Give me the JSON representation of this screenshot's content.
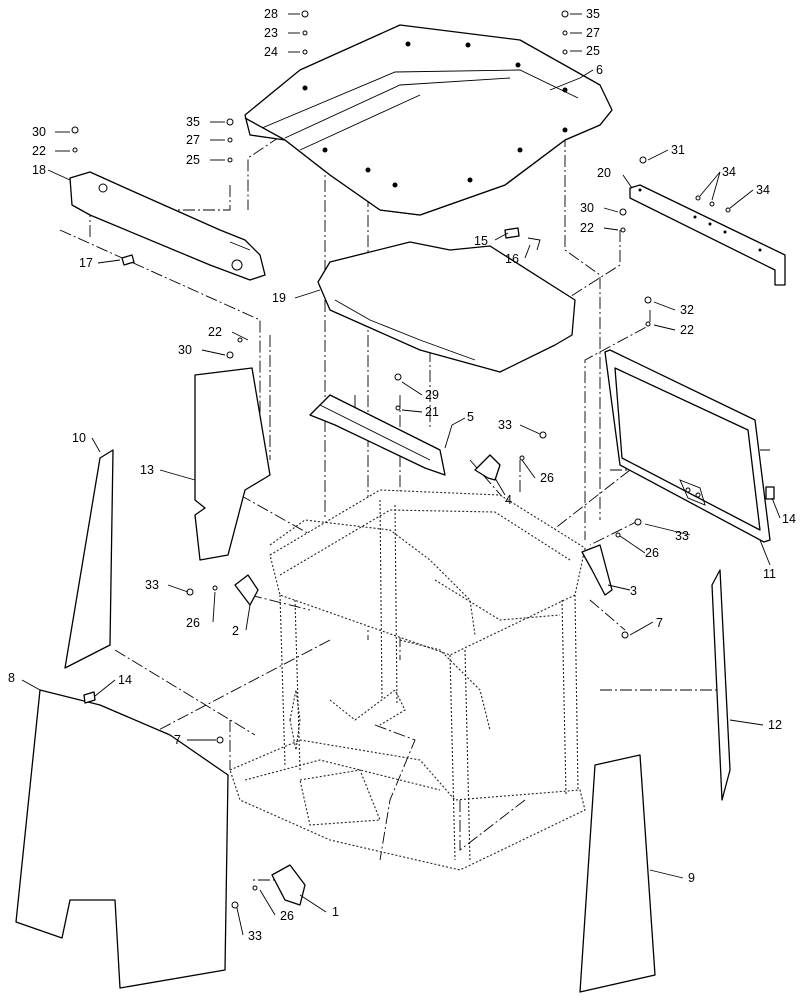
{
  "callouts": [
    {
      "id": "c28a",
      "text": "28"
    },
    {
      "id": "c23",
      "text": "23"
    },
    {
      "id": "c24",
      "text": "24"
    },
    {
      "id": "c35a",
      "text": "35"
    },
    {
      "id": "c27a",
      "text": "27"
    },
    {
      "id": "c25a",
      "text": "25"
    },
    {
      "id": "c6",
      "text": "6"
    },
    {
      "id": "c35b",
      "text": "35"
    },
    {
      "id": "c27b",
      "text": "27"
    },
    {
      "id": "c25b",
      "text": "25"
    },
    {
      "id": "c30a",
      "text": "30"
    },
    {
      "id": "c22a",
      "text": "22"
    },
    {
      "id": "c18",
      "text": "18"
    },
    {
      "id": "c17",
      "text": "17"
    },
    {
      "id": "c31",
      "text": "31"
    },
    {
      "id": "c20",
      "text": "20"
    },
    {
      "id": "c34a",
      "text": "34"
    },
    {
      "id": "c34b",
      "text": "34"
    },
    {
      "id": "c30b",
      "text": "30"
    },
    {
      "id": "c22b",
      "text": "22"
    },
    {
      "id": "c15",
      "text": "15"
    },
    {
      "id": "c16",
      "text": "16"
    },
    {
      "id": "c19",
      "text": "19"
    },
    {
      "id": "c32",
      "text": "32"
    },
    {
      "id": "c22c",
      "text": "22"
    },
    {
      "id": "c22d",
      "text": "22"
    },
    {
      "id": "c30c",
      "text": "30"
    },
    {
      "id": "c29",
      "text": "29"
    },
    {
      "id": "c21",
      "text": "21"
    },
    {
      "id": "c5",
      "text": "5"
    },
    {
      "id": "c10",
      "text": "10"
    },
    {
      "id": "c13",
      "text": "13"
    },
    {
      "id": "c33a",
      "text": "33"
    },
    {
      "id": "c26a",
      "text": "26"
    },
    {
      "id": "c4",
      "text": "4"
    },
    {
      "id": "c11",
      "text": "11"
    },
    {
      "id": "c14a",
      "text": "14"
    },
    {
      "id": "c33b",
      "text": "33"
    },
    {
      "id": "c26b",
      "text": "26"
    },
    {
      "id": "c3",
      "text": "3"
    },
    {
      "id": "c33c",
      "text": "33"
    },
    {
      "id": "c26c",
      "text": "26"
    },
    {
      "id": "c2",
      "text": "2"
    },
    {
      "id": "c7a",
      "text": "7"
    },
    {
      "id": "c8",
      "text": "8"
    },
    {
      "id": "c14b",
      "text": "14"
    },
    {
      "id": "c7b",
      "text": "7"
    },
    {
      "id": "c12",
      "text": "12"
    },
    {
      "id": "c9",
      "text": "9"
    },
    {
      "id": "c1",
      "text": "1"
    },
    {
      "id": "c26d",
      "text": "26"
    },
    {
      "id": "c33d",
      "text": "33"
    }
  ]
}
